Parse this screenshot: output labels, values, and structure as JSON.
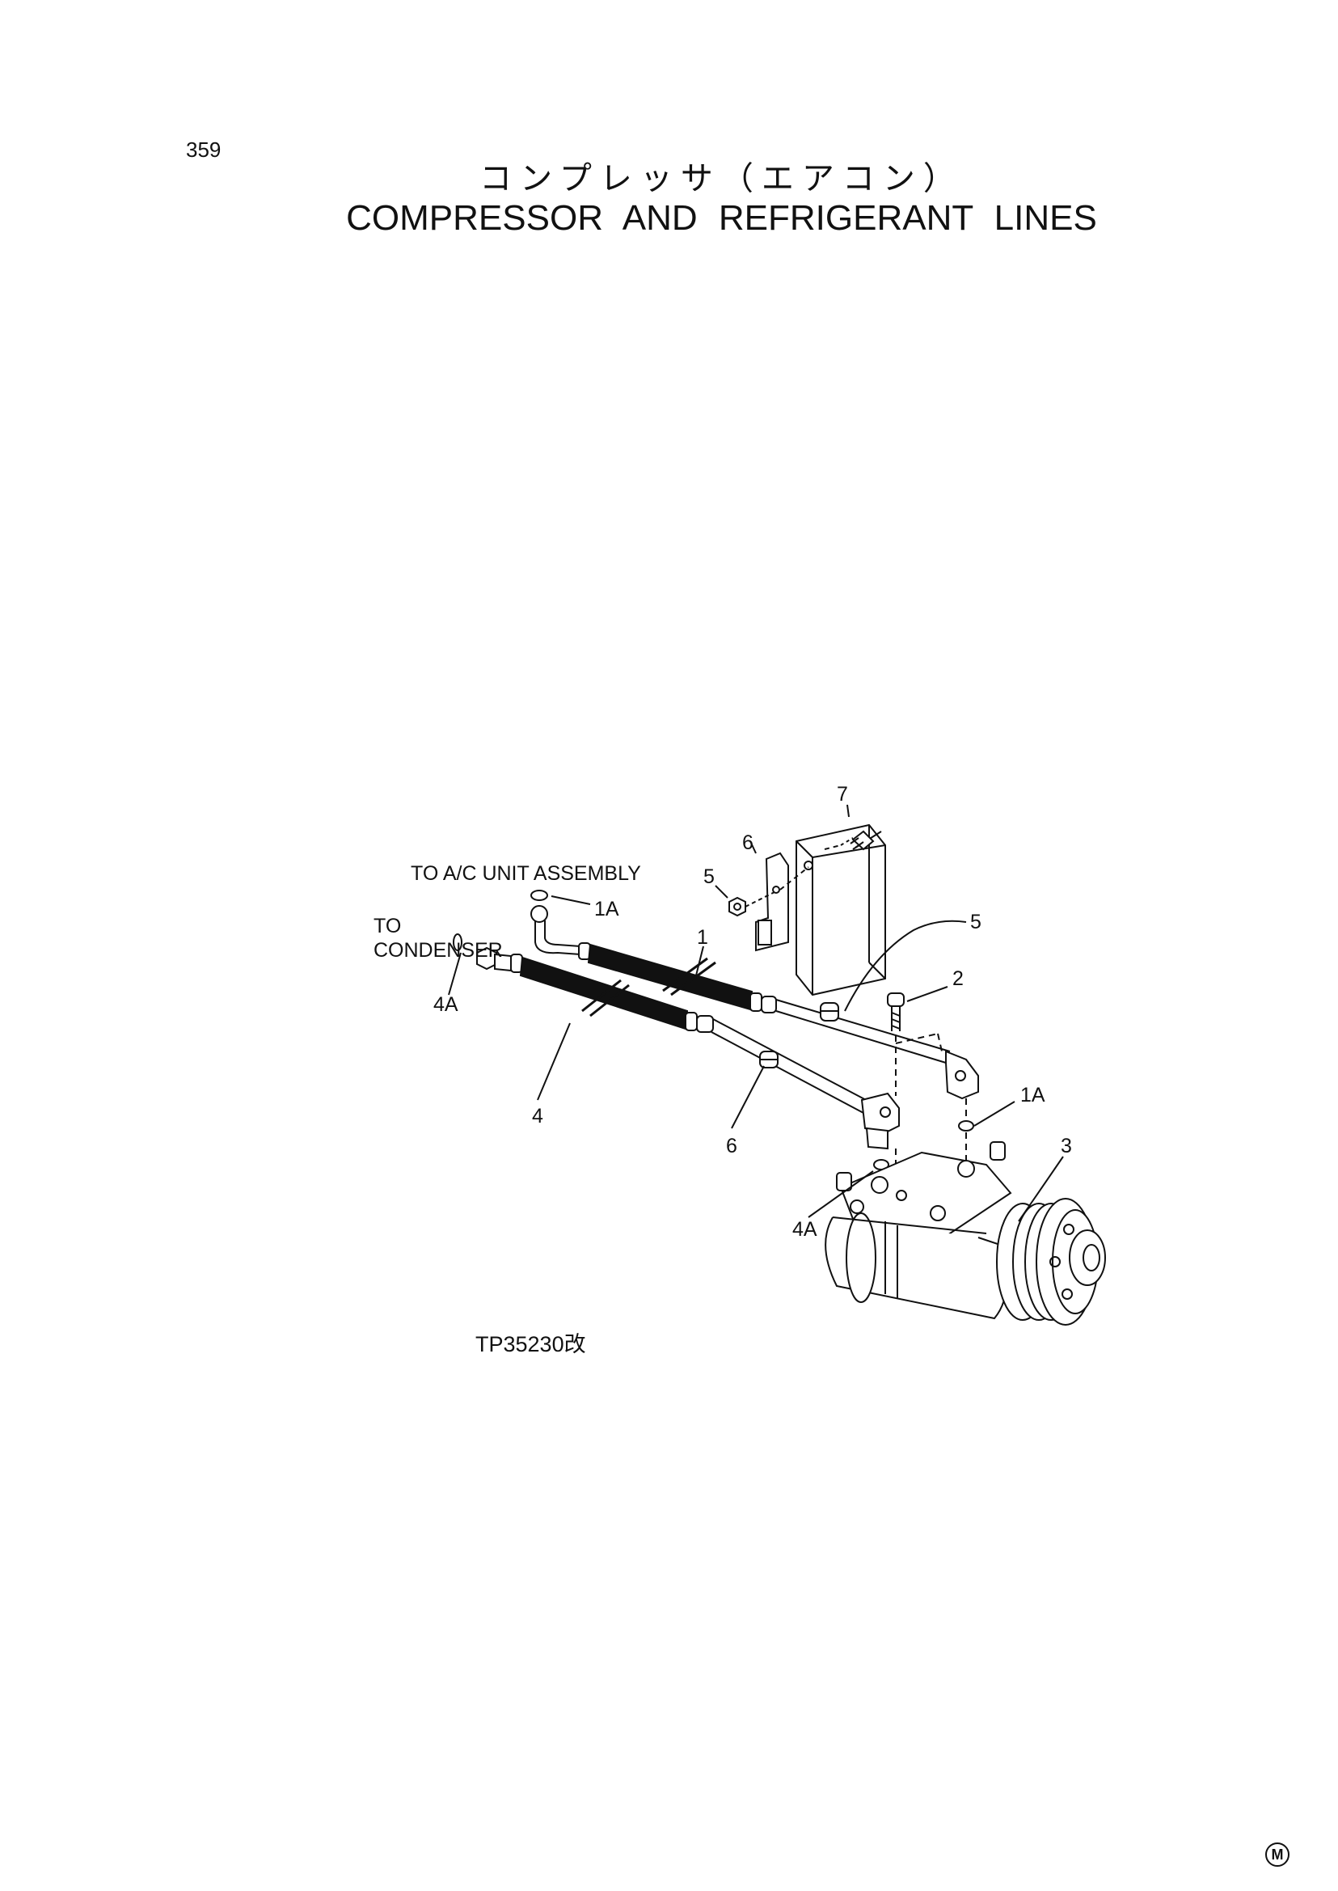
{
  "page_number": "359",
  "title_jp": "コンプレッサ（エアコン）",
  "title_en": "COMPRESSOR AND REFRIGERANT LINES",
  "reference_code": "TP35230改",
  "corner_mark": "M",
  "diagram": {
    "notes": {
      "to_ac_unit": "TO A/C UNIT ASSEMBLY",
      "to": "TO",
      "condenser": "CONDENSER"
    },
    "callouts": {
      "c1": "1",
      "c1a_top": "1A",
      "c1a_right": "1A",
      "c2": "2",
      "c3": "3",
      "c4": "4",
      "c4a_left": "4A",
      "c4a_bottom": "4A",
      "c5_left": "5",
      "c5_right": "5",
      "c6_top": "6",
      "c6_bottom": "6",
      "c7": "7"
    }
  }
}
